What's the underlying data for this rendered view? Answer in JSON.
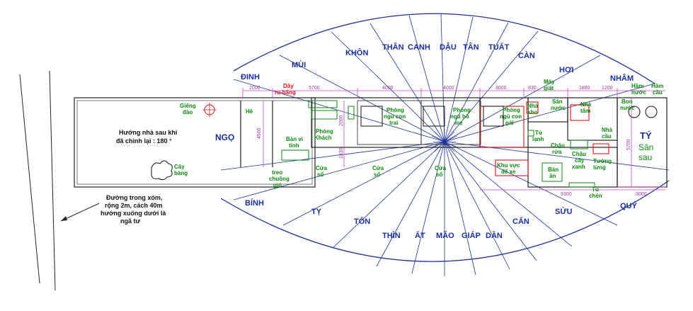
{
  "colors": {
    "direction_text": "#1a2f9c",
    "room_text": "#0a8a0a",
    "dimension": "#9a3aa0",
    "accent_red": "#dd1111",
    "lines": "#1a2f9c",
    "walls": "#222222"
  },
  "directions": {
    "dinh": "ĐINH",
    "mui": "MÙI",
    "khon": "KHÔN",
    "than": "THÂN",
    "canh": "CANH",
    "dau": "DẬU",
    "tan": "TÂN",
    "tuat": "TUẤT",
    "can": "CÀN",
    "hoi": "HỢI",
    "nham": "NHÂM",
    "ty_n": "TÝ",
    "quy": "QUÝ",
    "suu": "SỬU",
    "can2": "CẤN",
    "dan": "DẦN",
    "giap": "GIÁP",
    "mao": "MÃO",
    "at": "ẤT",
    "thin": "THÌN",
    "ton": "TỐN",
    "ty": "TỴ",
    "binh": "BÍNH",
    "ngo": "NGỌ"
  },
  "rooms": {
    "gieng_dao": [
      "Giếng",
      "đào"
    ],
    "he": "Hè",
    "phong_khach": [
      "Phòng",
      "Khách"
    ],
    "ban_vi_tinh": [
      "Bàn vi",
      "tính"
    ],
    "cay_bang": [
      "Cây",
      "bàng"
    ],
    "treo_chuong_gio": [
      "treo",
      "chuông",
      "gió"
    ],
    "cua_so_1": [
      "Cửa",
      "sổ"
    ],
    "cua_so_2": [
      "Cửa",
      "sổ"
    ],
    "cua_so_3": [
      "Cửa",
      "sổ"
    ],
    "phong_ngu_con_trai": [
      "Phòng",
      "ngủ con",
      "trai"
    ],
    "phong_ngu_bo_me": [
      "Phòng",
      "ngủ bố",
      "mẹ"
    ],
    "phong_ngu_con_gai": [
      "Phòng",
      "ngủ con",
      "gái"
    ],
    "nha_kho": [
      "Nhà",
      "kho"
    ],
    "may_giat": [
      "Máy",
      "giặt"
    ],
    "san_nuoc": [
      "Sân",
      "nước"
    ],
    "nha_tam": [
      "Nhà",
      "tắm"
    ],
    "nha_cau": [
      "Nhà",
      "cầu"
    ],
    "bon_nuoc": [
      "Bon",
      "nước"
    ],
    "ham_nuoc": [
      "Hầm",
      "nước"
    ],
    "ham_cau": [
      "Hầm",
      "cầu"
    ],
    "tu_lanh": [
      "Tủ",
      "lạnh"
    ],
    "chau_rua": [
      "Chậu",
      "rửa"
    ],
    "chau_cay_xanh": [
      "Chậu",
      "cây",
      "xanh"
    ],
    "tuong_lung": [
      "Tường",
      "lửng"
    ],
    "khu_vuc_de_xe": [
      "Khu vực",
      "để xe"
    ],
    "ban_an": [
      "Bàn",
      "ăn"
    ],
    "tu_chen": [
      "Tủ",
      "chén"
    ],
    "san_sau": [
      "Sân",
      "sau"
    ]
  },
  "red_labels": {
    "day_ru_bang": [
      "Dây",
      "ru-băng"
    ]
  },
  "notes": {
    "huong_nha": [
      "Hướng nhà sau khi",
      "đã chỉnh lại : 180 °"
    ],
    "duong": [
      "Đường trong xóm,",
      "rộng 2m, cách 40m",
      "hướng xuống dưới là",
      "ngã tư"
    ]
  },
  "dimensions": {
    "d2000": "2000",
    "d5700": "5700",
    "d4000a": "4000",
    "d4000b": "4000",
    "d3000": "3000",
    "d830": "830",
    "d1880": "1880",
    "d1200": "1200",
    "d4500": "4500",
    "d2000v": "2000",
    "d1330": "1330",
    "d5700v": "5700",
    "d9300": "9300",
    "d3000b": "3000"
  }
}
